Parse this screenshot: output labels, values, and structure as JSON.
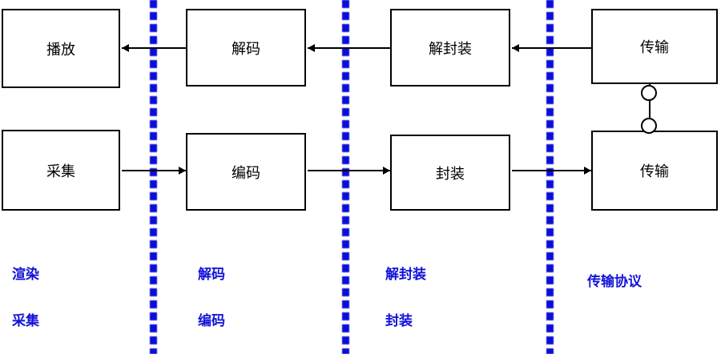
{
  "colors": {
    "background": "#ffffff",
    "box_fill": "#ffffff",
    "box_border": "#000000",
    "accent_blue": "#1212d9",
    "text": "#000000"
  },
  "pipeline": {
    "columns": [
      {
        "top_box": "播放",
        "bottom_box": "采集",
        "notes": [
          "渲染",
          "采集"
        ]
      },
      {
        "top_box": "解码",
        "bottom_box": "编码",
        "notes": [
          "解码",
          "编码"
        ]
      },
      {
        "top_box": "解封装",
        "bottom_box": "封装",
        "notes": [
          "解封装",
          "封装"
        ]
      },
      {
        "top_box": "传输",
        "bottom_box": "传输",
        "notes": [
          "传输协议"
        ]
      }
    ],
    "separators": [
      {
        "between": "col1-col2",
        "style": "blue-dashed-vertical"
      },
      {
        "between": "col2-col3",
        "style": "blue-dashed-vertical"
      },
      {
        "between": "col3-col4",
        "style": "blue-dashed-vertical"
      }
    ],
    "network_nodes": {
      "count": 2,
      "shape": "circle",
      "between": "transport boxes"
    }
  }
}
